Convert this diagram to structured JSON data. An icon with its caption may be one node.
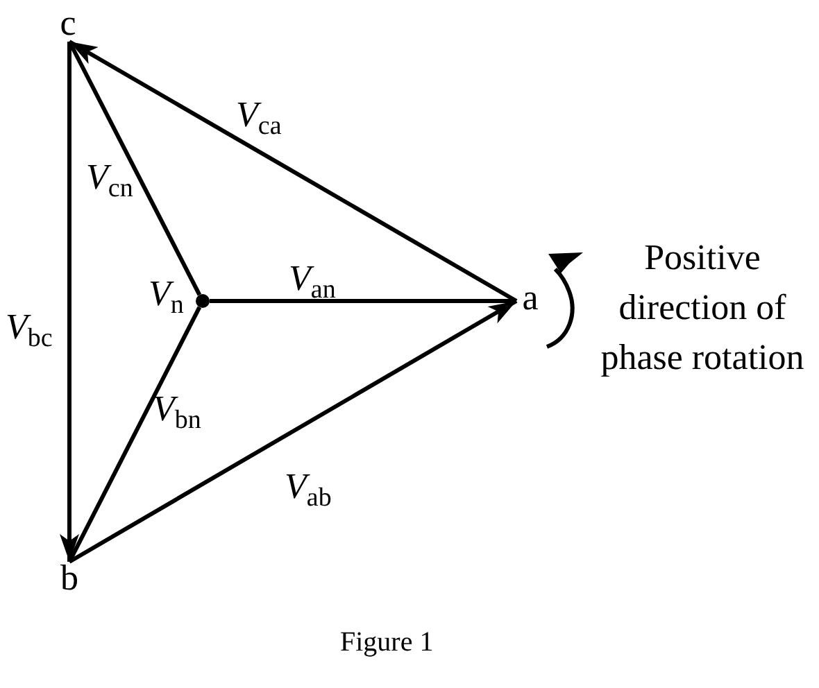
{
  "diagram": {
    "caption": "Figure 1",
    "nodes": [
      {
        "text": [
          "c"
        ]
      },
      {
        "text": [
          "a"
        ]
      },
      {
        "text": [
          "b"
        ]
      },
      {
        "text": [],
        "shape": "circle",
        "beside": [
          "*V*$_{n}$"
        ]
      }
    ],
    "edges": [
      {
        "from": 1,
        "to": 0,
        "arrow": "to",
        "label": "*V*$_{ca}$"
      },
      {
        "from": 3,
        "to": 0,
        "arrow": "none",
        "label": "*V*$_{cn}$"
      },
      {
        "from": 0,
        "to": 2,
        "arrow": "to",
        "label": "*V*$_{bc}$"
      },
      {
        "from": 3,
        "to": 1,
        "arrow": "none",
        "label": "*V*$_{an}$"
      },
      {
        "from": 3,
        "to": 2,
        "arrow": "none",
        "label": "*V*$_{bn}$"
      },
      {
        "from": 2,
        "to": 1,
        "arrow": "to",
        "label": "*V*$_{ab}$"
      }
    ],
    "labels": [
      "Positive direction of phase rotation"
    ]
  }
}
